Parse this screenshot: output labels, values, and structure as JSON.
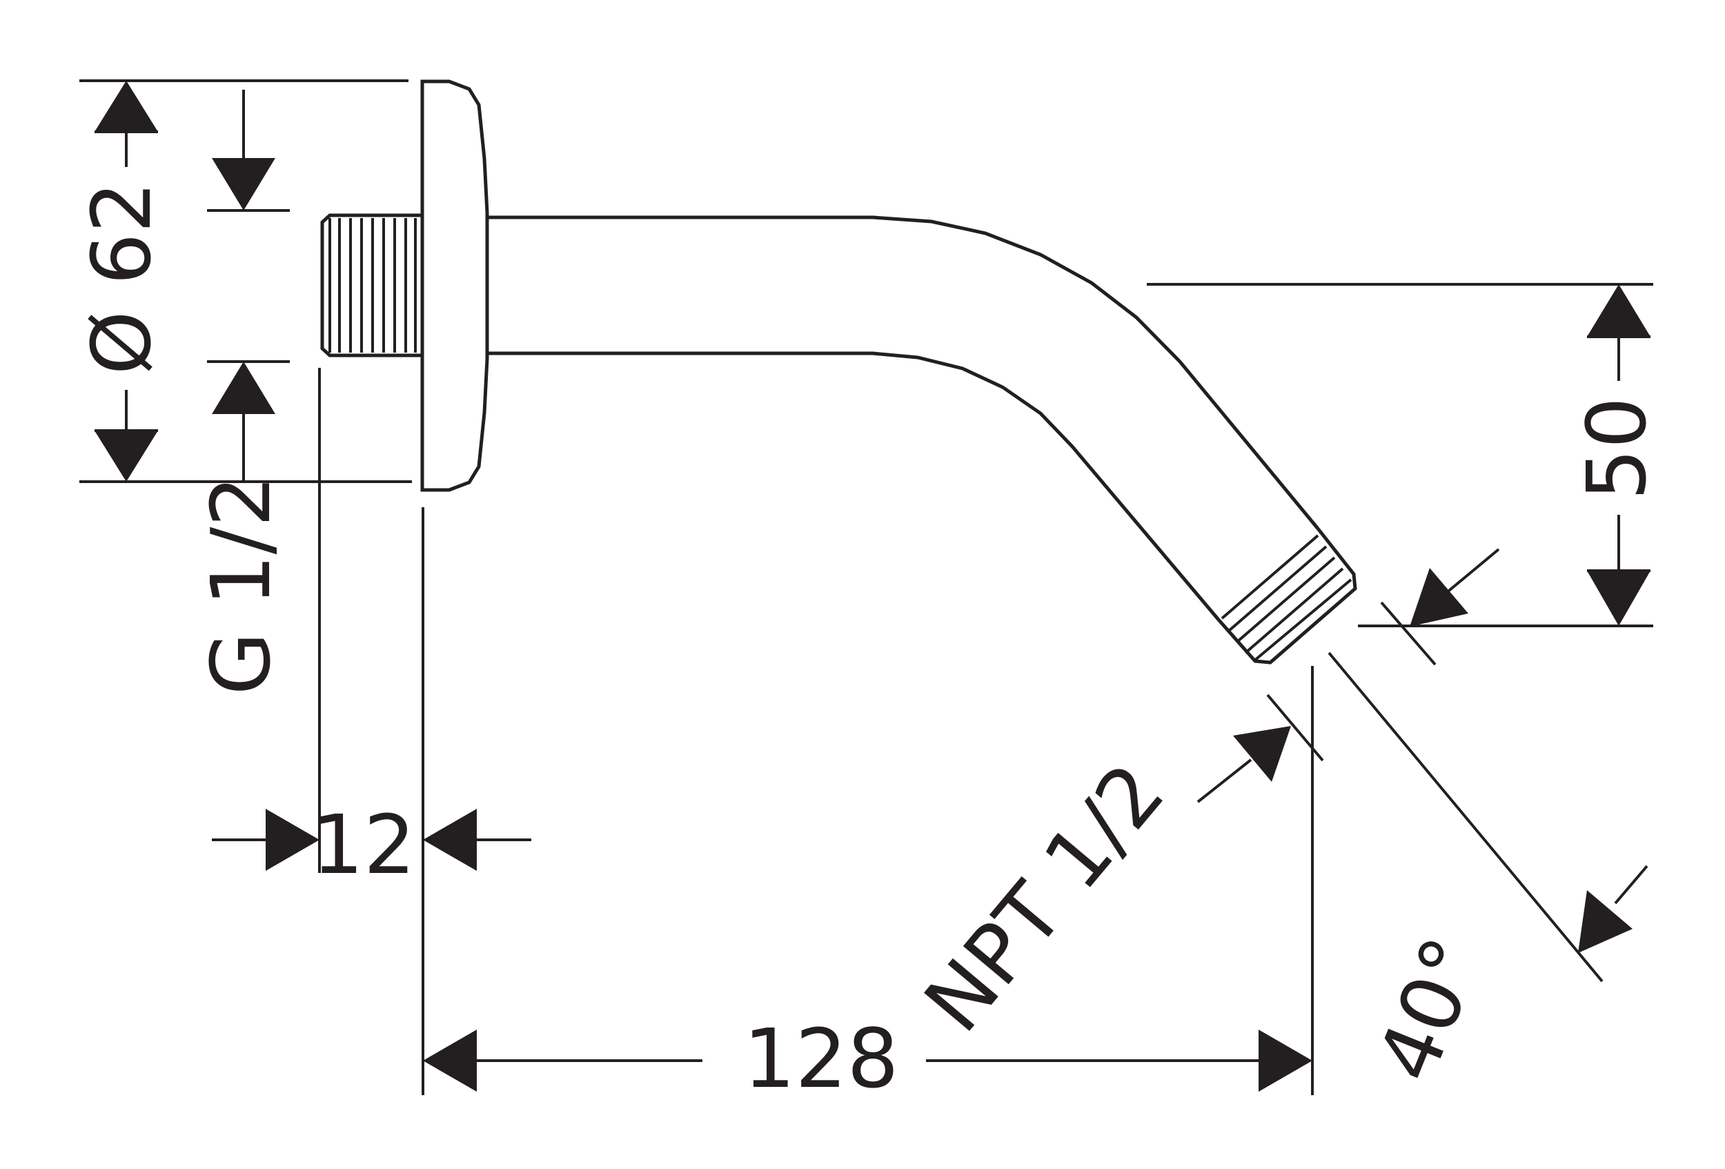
{
  "dimensions": {
    "flange_diameter": "Ø 62",
    "inlet_thread": "G 1/2",
    "thread_length": "12",
    "arm_length": "128",
    "outlet_thread": "NPT 1/2",
    "drop": "50",
    "angle": "40°"
  },
  "colors": {
    "line": "#231f20",
    "background": "#ffffff"
  }
}
